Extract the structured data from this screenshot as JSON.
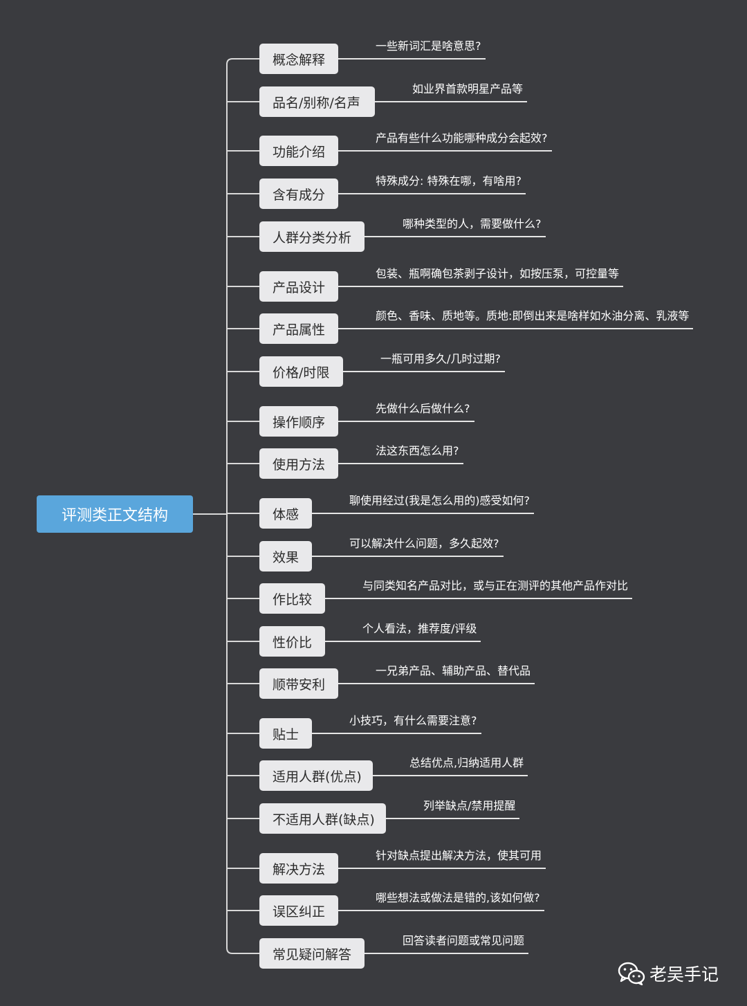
{
  "root": {
    "label": "评测类正文结构"
  },
  "branches": [
    {
      "label": "概念解释",
      "note": "一些新词汇是啥意思?"
    },
    {
      "label": "品名/别称/名声",
      "note": "如业界首款明星产品等"
    },
    {
      "label": "功能介绍",
      "note": "产品有些什么功能哪种成分会起效?"
    },
    {
      "label": "含有成分",
      "note": "特殊成分: 特殊在哪，有啥用?"
    },
    {
      "label": "人群分类分析",
      "note": "哪种类型的人，需要做什么?"
    },
    {
      "label": "产品设计",
      "note": "包装、瓶啊确包茶剥子设计，如按压泵，可控量等"
    },
    {
      "label": "产品属性",
      "note": "颜色、香味、质地等。质地:即倒出来是啥样如水油分离、乳液等"
    },
    {
      "label": "价格/时限",
      "note": "一瓶可用多久/几时过期?"
    },
    {
      "label": "操作顺序",
      "note": "先做什么后做什么?"
    },
    {
      "label": "使用方法",
      "note": "法这东西怎么用?"
    },
    {
      "label": "体感",
      "note": "聊使用经过(我是怎么用的)感受如何?"
    },
    {
      "label": "效果",
      "note": "可以解决什么问题，多久起效?"
    },
    {
      "label": "作比较",
      "note": "与同类知名产品对比，或与正在测评的其他产品作对比"
    },
    {
      "label": "性价比",
      "note": "个人看法，推荐度/评级"
    },
    {
      "label": "顺带安利",
      "note": "一兄弟产品、辅助产品、替代品"
    },
    {
      "label": "贴士",
      "note": "小技巧，有什么需要注意?"
    },
    {
      "label": "适用人群(优点)",
      "note": "总结优点,归纳适用人群"
    },
    {
      "label": "不适用人群(缺点)",
      "note": "列举缺点/禁用提醒"
    },
    {
      "label": "解决方法",
      "note": "针对缺点提出解决方法，使其可用"
    },
    {
      "label": "误区纠正",
      "note": "哪些想法或做法是错的,该如何做?"
    },
    {
      "label": "常见疑问解答",
      "note": "回答读者问题或常见问题"
    }
  ],
  "watermark": {
    "text": "老吴手记",
    "icon": "wechat-icon"
  }
}
